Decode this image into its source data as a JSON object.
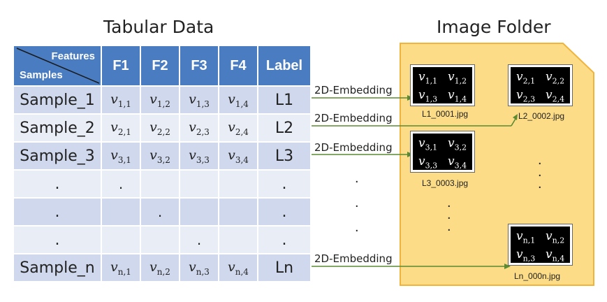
{
  "titles": {
    "left": "Tabular Data",
    "right": "Image Folder"
  },
  "table": {
    "corner_features": "Features",
    "corner_samples": "Samples",
    "headers": [
      "F1",
      "F2",
      "F3",
      "F4",
      "Label"
    ],
    "rows": [
      {
        "sample": "Sample_1",
        "vals": [
          [
            "v",
            "1,1"
          ],
          [
            "v",
            "1,2"
          ],
          [
            "v",
            "1,3"
          ],
          [
            "v",
            "1,4"
          ]
        ],
        "label": "L1"
      },
      {
        "sample": "Sample_2",
        "vals": [
          [
            "v",
            "2,1"
          ],
          [
            "v",
            "2,2"
          ],
          [
            "v",
            "2,3"
          ],
          [
            "v",
            "2,4"
          ]
        ],
        "label": "L2"
      },
      {
        "sample": "Sample_3",
        "vals": [
          [
            "v",
            "3,1"
          ],
          [
            "v",
            "3,2"
          ],
          [
            "v",
            "3,3"
          ],
          [
            "v",
            "3,4"
          ]
        ],
        "label": "L3"
      },
      {
        "sample": ".",
        "vals": [
          ".",
          "",
          "",
          ""
        ],
        "label": "."
      },
      {
        "sample": ".",
        "vals": [
          "",
          ".",
          "",
          ""
        ],
        "label": "."
      },
      {
        "sample": ".",
        "vals": [
          "",
          "",
          ".",
          ""
        ],
        "label": "."
      },
      {
        "sample": "Sample_n",
        "vals": [
          [
            "v",
            "n,1"
          ],
          [
            "v",
            "n,2"
          ],
          [
            "v",
            "n,3"
          ],
          [
            "v",
            "n,4"
          ]
        ],
        "label": "Ln"
      }
    ]
  },
  "embedding_label": "2D-Embedding",
  "images": [
    {
      "filename": "L1_0001.jpg",
      "vals": [
        "1,1",
        "1,2",
        "1,3",
        "1,4"
      ]
    },
    {
      "filename": "L2_0002.jpg",
      "vals": [
        "2,1",
        "2,2",
        "2,3",
        "2,4"
      ]
    },
    {
      "filename": "L3_0003.jpg",
      "vals": [
        "3,1",
        "3,2",
        "3,3",
        "3,4"
      ]
    },
    {
      "filename": "Ln_000n.jpg",
      "vals": [
        "n,1",
        "n,2",
        "n,3",
        "n,4"
      ]
    }
  ],
  "ellipsis": ".",
  "colors": {
    "header_blue": "#4a7cc1",
    "row_dark": "#cfd8ec",
    "row_light": "#e8edf6",
    "folder_fill": "#fddc87",
    "folder_stroke": "#f0b43c",
    "arrow_green": "#5a8a32"
  }
}
